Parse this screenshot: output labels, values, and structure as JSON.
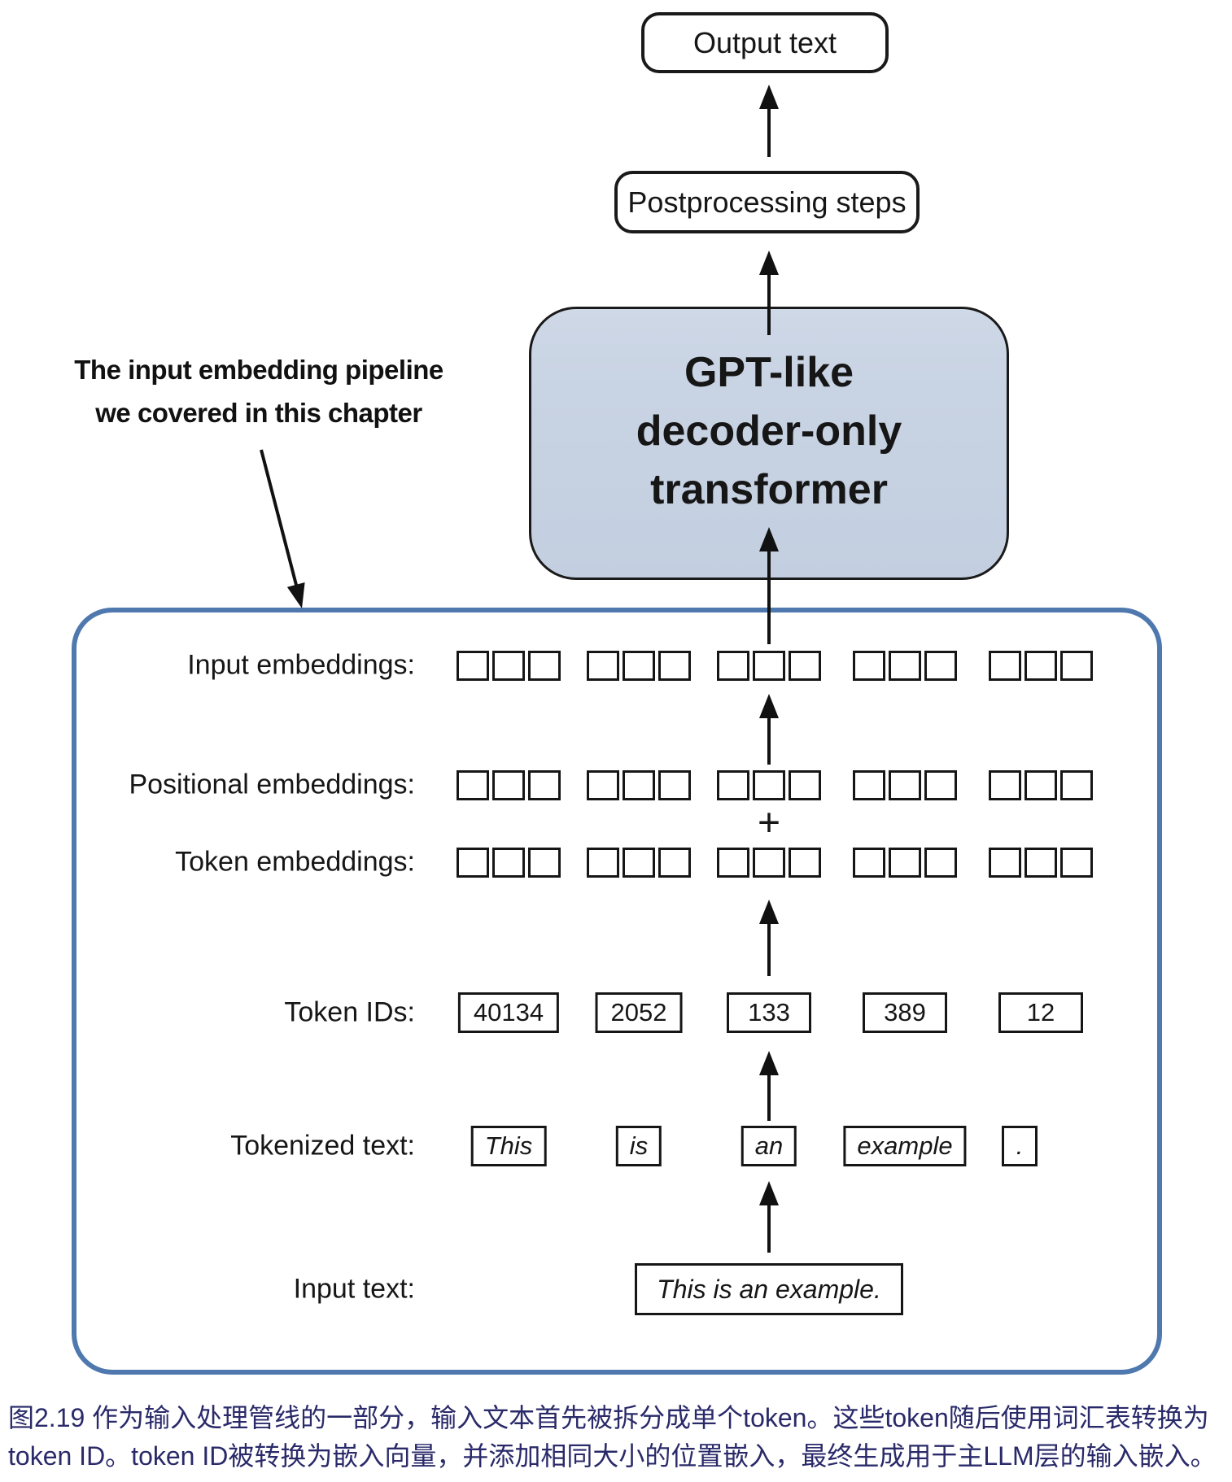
{
  "top_flow": {
    "output_box": "Output text",
    "postprocessing_box": "Postprocessing steps",
    "gpt_box_lines": [
      "GPT-like",
      "decoder-only",
      "transformer"
    ]
  },
  "annotation": {
    "line1": "The input embedding pipeline",
    "line2": "we covered in this chapter"
  },
  "pipeline": {
    "labels": {
      "input_embeddings": "Input embeddings:",
      "positional_embeddings": "Positional embeddings:",
      "token_embeddings": "Token embeddings:",
      "token_ids": "Token IDs:",
      "tokenized_text": "Tokenized text:",
      "input_text": "Input text:"
    },
    "plus_sign": "+",
    "embedding_cells_per_token": 3,
    "token_count": 5,
    "token_ids": [
      "40134",
      "2052",
      "133",
      "389",
      "12"
    ],
    "tokens": [
      "This",
      "is",
      "an",
      "example",
      "."
    ],
    "input_text": "This is an example."
  },
  "caption": {
    "line1": "图2.19 作为输入处理管线的一部分，输入文本首先被拆分成单个token。这些token随后使用词汇表转换为",
    "line2": "token ID。token ID被转换为嵌入向量，并添加相同大小的位置嵌入，最终生成用于主LLM层的输入嵌入。"
  },
  "colors": {
    "container_border": "#4e78ae",
    "gpt_box_fill": "#c8d3e3",
    "stroke": "#161616",
    "caption_text": "#2a2a6a"
  }
}
